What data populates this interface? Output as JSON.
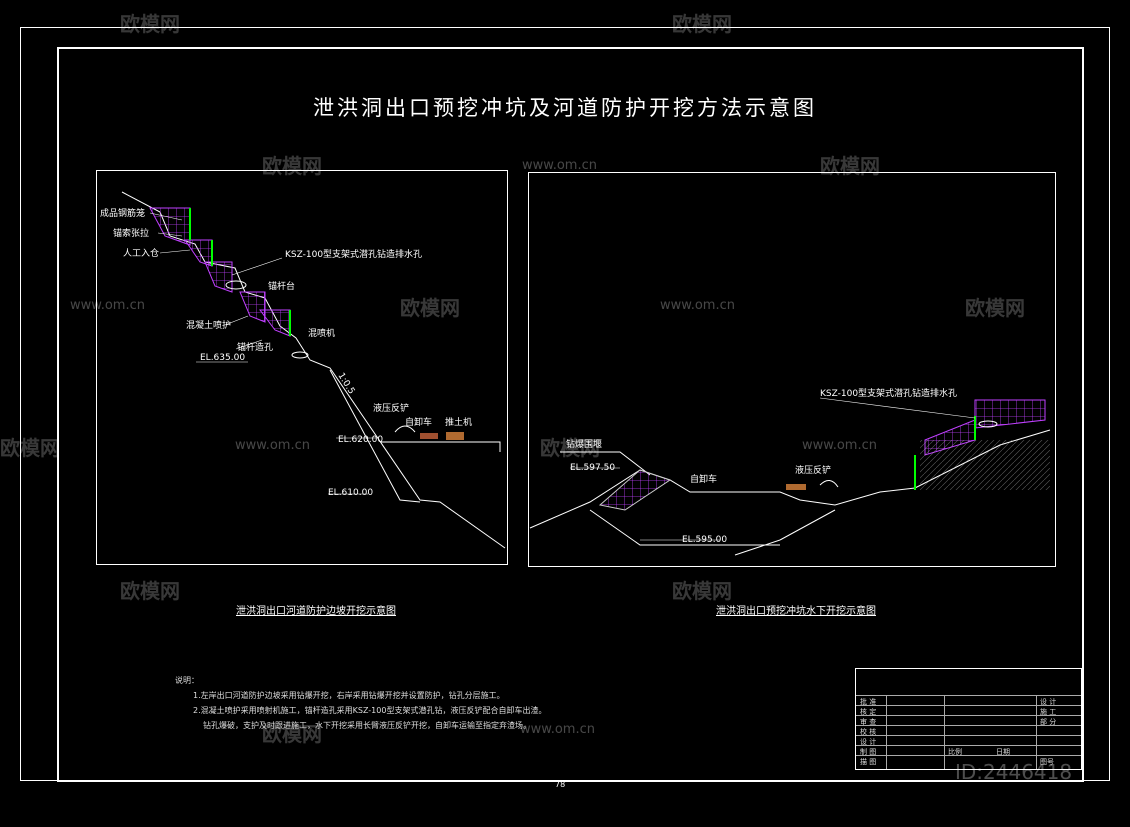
{
  "drawing": {
    "title": "泄洪洞出口预挖冲坑及河道防护开挖方法示意图",
    "left_caption": "泄洪洞出口河道防护边坡开挖示意图",
    "right_caption": "泄洪洞出口预挖冲坑水下开挖示意图",
    "page_number": "78"
  },
  "left_labels": {
    "l1": "成品钢筋笼",
    "l2": "锚索张拉",
    "l3": "人工入仓",
    "l4": "KSZ-100型支架式潜孔钻造排水孔",
    "l5": "锚杆台",
    "l6": "混凝土喷护",
    "l7": "锚杆造孔",
    "l8": "EL.635.00",
    "l9": "混喷机",
    "l10": "1:0.5",
    "l11": "液压反铲",
    "l12": "自卸车",
    "l13": "推土机",
    "l14": "EL.620.00",
    "l15": "EL.610.00"
  },
  "right_labels": {
    "r1": "KSZ-100型支架式潜孔钻造排水孔",
    "r2": "钻爆围堰",
    "r3": "EL.597.50",
    "r4": "自卸车",
    "r5": "液压反铲",
    "r6": "EL.595.00"
  },
  "notes": {
    "heading": "说明：",
    "n1": "1.左岸出口河道防护边坡采用钻爆开挖，右岸采用钻爆开挖并设置防护，钻孔分层施工。",
    "n2": "2.混凝土喷护采用喷射机施工，锚杆造孔采用KSZ-100型支架式潜孔钻，液压反铲配合自卸车出渣。",
    "n3": "钻孔爆破，支护及时跟进施工，水下开挖采用长臂液压反铲开挖，自卸车运输至指定弃渣场。"
  },
  "title_block": {
    "rows": [
      "批 准",
      "核 定",
      "审 查",
      "校 核",
      "设 计",
      "制 图",
      "描 图"
    ],
    "right_rows": [
      "设 计",
      "施 工",
      "部 分"
    ],
    "scale": "比例",
    "date": "日期",
    "drawing_no": "图号"
  },
  "watermark": {
    "brand": "欧模网",
    "url": "www.om.cn",
    "id": "ID:2446418"
  }
}
